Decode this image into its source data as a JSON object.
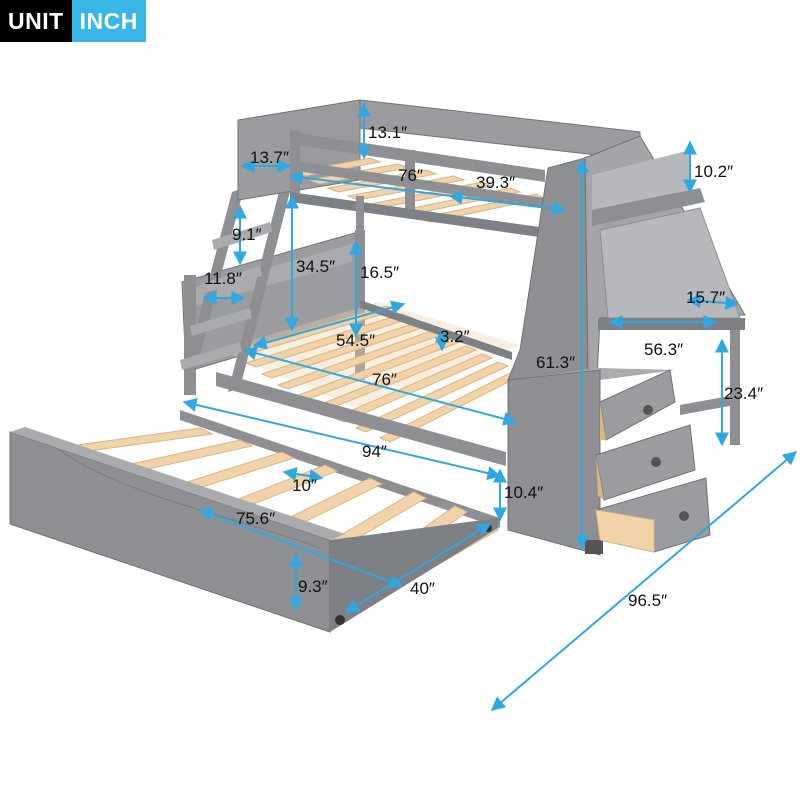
{
  "badge": {
    "unit": "UNIT",
    "inch": "INCH"
  },
  "colors": {
    "frame": "#8d8f93",
    "frame_dark": "#6f7276",
    "frame_light": "#a9abae",
    "wood": "#f2d3a9",
    "wood_dark": "#d9b482",
    "arrow": "#2fa7e0",
    "badge_dark": "#000000",
    "badge_accent": "#38b6e6"
  },
  "dimensions": {
    "guard_rail_height": "13.1″",
    "upper_rail_height": "13.7″",
    "upper_length": "76″",
    "upper_width": "39.3″",
    "shelf_height": "10.2″",
    "ladder_step_gap": "9.1″",
    "ladder_step_width": "11.8″",
    "under_bunk_clearance": "34.5″",
    "lower_rail_height": "16.5″",
    "desk_depth": "15.7″",
    "lower_width": "54.5″",
    "slat_gap": "3.2″",
    "total_height": "61.3″",
    "desk_length": "56.3″",
    "lower_length": "76″",
    "desk_height": "23.4″",
    "total_length": "94″",
    "trundle_slat_gap": "10″",
    "trundle_clearance": "10.4″",
    "trundle_length": "75.6″",
    "trundle_height": "9.3″",
    "trundle_width": "40″",
    "total_width": "96.5″"
  }
}
